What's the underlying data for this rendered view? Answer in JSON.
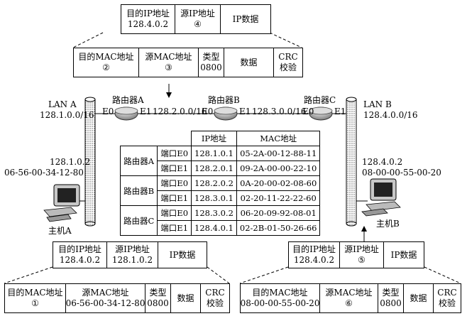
{
  "top_ip_packet": {
    "dst_label": "目的IP地址",
    "dst_value": "128.4.0.2",
    "src_label": "源IP地址",
    "src_value": "④",
    "data_label": "IP数据"
  },
  "top_frame": {
    "dst_label": "目的MAC地址",
    "dst_value": "②",
    "src_label": "源MAC地址",
    "src_value": "③",
    "type_label": "类型",
    "type_value": "0800",
    "data_label": "数据",
    "crc_label": "CRC",
    "crc_sub": "校验"
  },
  "lan_a": {
    "name": "LAN A",
    "network": "128.1.0.0/16"
  },
  "lan_b": {
    "name": "LAN B",
    "network": "128.4.0.0/16"
  },
  "routers": {
    "a": {
      "name": "路由器A",
      "port_left": "E0",
      "port_right": "E1"
    },
    "b": {
      "name": "路由器B",
      "port_left": "E0",
      "port_right": "E1"
    },
    "c": {
      "name": "路由器C",
      "port_left": "E0",
      "port_right": "E1"
    }
  },
  "links": {
    "ab_network": "128.2.0.0/16",
    "bc_network": "128.3.0.0/16"
  },
  "host_a": {
    "name": "主机A",
    "ip": "128.1.0.2",
    "mac": "06-56-00-34-12-80"
  },
  "host_b": {
    "name": "主机B",
    "ip": "128.4.0.2",
    "mac": "08-00-00-55-00-20"
  },
  "routing_table": {
    "headers": [
      "IP地址",
      "MAC地址"
    ],
    "groups": [
      {
        "router": "路由器A",
        "rows": [
          {
            "port": "端口E0",
            "ip": "128.1.0.1",
            "mac": "05-2A-00-12-88-11"
          },
          {
            "port": "端口E1",
            "ip": "128.2.0.1",
            "mac": "09-2A-00-00-22-10"
          }
        ]
      },
      {
        "router": "路由器B",
        "rows": [
          {
            "port": "端口E0",
            "ip": "128.2.0.2",
            "mac": "0A-20-00-02-08-60"
          },
          {
            "port": "端口E1",
            "ip": "128.3.0.1",
            "mac": "02-20-11-22-22-60"
          }
        ]
      },
      {
        "router": "路由器C",
        "rows": [
          {
            "port": "端口E0",
            "ip": "128.3.0.2",
            "mac": "06-20-09-92-08-01"
          },
          {
            "port": "端口E1",
            "ip": "128.4.0.1",
            "mac": "02-2B-01-50-26-66"
          }
        ]
      }
    ]
  },
  "bottom_left_ip_packet": {
    "dst_label": "目的IP地址",
    "dst_value": "128.4.0.2",
    "src_label": "源IP地址",
    "src_value": "128.1.0.2",
    "data_label": "IP数据"
  },
  "bottom_left_frame": {
    "dst_label": "目的MAC地址",
    "dst_value": "①",
    "src_label": "源MAC地址",
    "src_value": "06-56-00-34-12-80",
    "type_label": "类型",
    "type_value": "0800",
    "data_label": "数据",
    "crc_label": "CRC",
    "crc_sub": "校验"
  },
  "bottom_right_ip_packet": {
    "dst_label": "目的IP地址",
    "dst_value": "128.4.0.2",
    "src_label": "源IP地址",
    "src_value": "⑤",
    "data_label": "IP数据"
  },
  "bottom_right_frame": {
    "dst_label": "目的MAC地址",
    "dst_value": "08-00-00-55-00-20",
    "src_label": "源MAC地址",
    "src_value": "⑥",
    "type_label": "类型",
    "type_value": "0800",
    "data_label": "数据",
    "crc_label": "CRC",
    "crc_sub": "校验"
  }
}
